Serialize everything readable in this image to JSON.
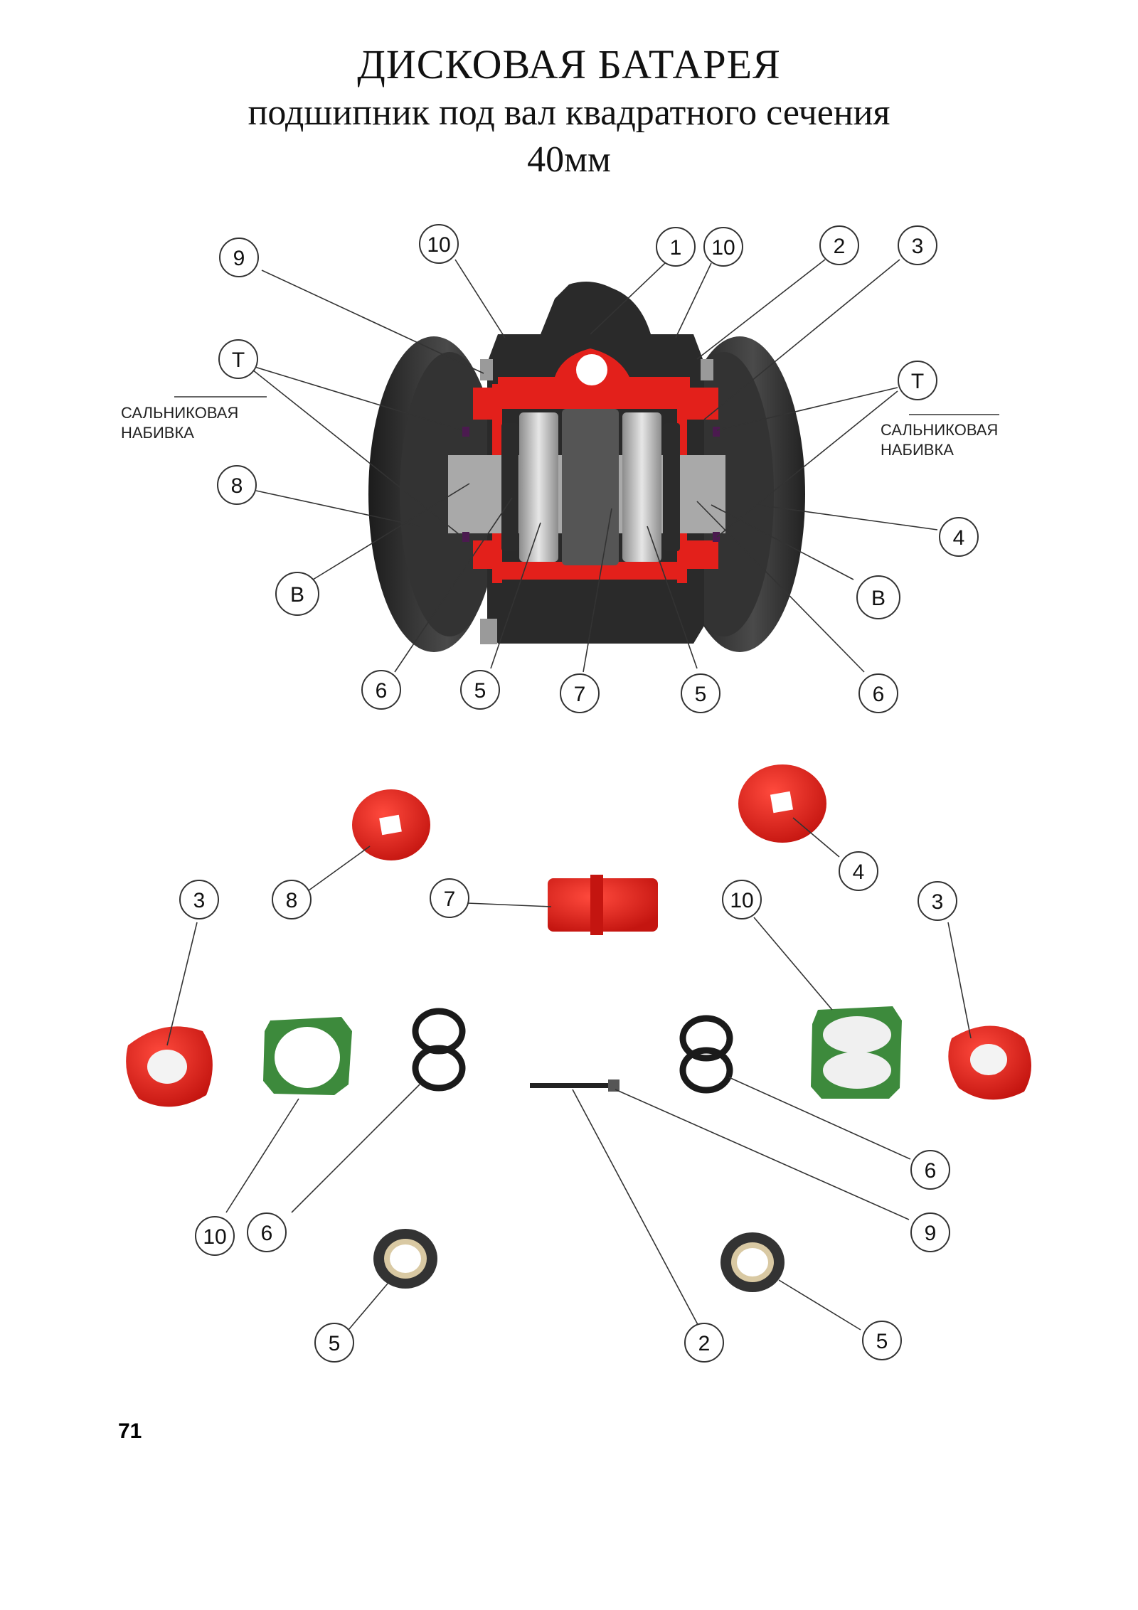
{
  "header": {
    "title": "ДИСКОВАЯ БАТАРЕЯ",
    "subtitle": "подшипник под вал квадратного сечения",
    "size": "40мм"
  },
  "labels": {
    "gland_left_l1": "САЛЬНИКОВАЯ",
    "gland_left_l2": "НАБИВКА",
    "gland_right_l1": "САЛЬНИКОВАЯ",
    "gland_right_l2": "НАБИВКА"
  },
  "callouts": {
    "c_top_9": "9",
    "c_top_10a": "10",
    "c_top_1": "1",
    "c_top_10b": "10",
    "c_top_2": "2",
    "c_top_3": "3",
    "c_top_T_left": "T",
    "c_top_T_right": "T",
    "c_top_8": "8",
    "c_top_4": "4",
    "c_top_B_left": "B",
    "c_top_B_right": "B",
    "c_top_6a": "6",
    "c_top_5a": "5",
    "c_top_7": "7",
    "c_top_5b": "5",
    "c_top_6b": "6",
    "c_bot_8": "8",
    "c_bot_4": "4",
    "c_bot_3a": "3",
    "c_bot_7": "7",
    "c_bot_10a": "10",
    "c_bot_3b": "3",
    "c_bot_6a": "6",
    "c_bot_9": "9",
    "c_bot_10b": "10",
    "c_bot_6b": "6",
    "c_bot_5a": "5",
    "c_bot_2": "2",
    "c_bot_5b": "5"
  },
  "footer": {
    "page_number": "71"
  },
  "colors": {
    "red_part": "#e3201b",
    "green_gasket": "#3d8a3c",
    "dark_body": "#2a2a2a",
    "bearing_metal": "#bfbfbf"
  }
}
